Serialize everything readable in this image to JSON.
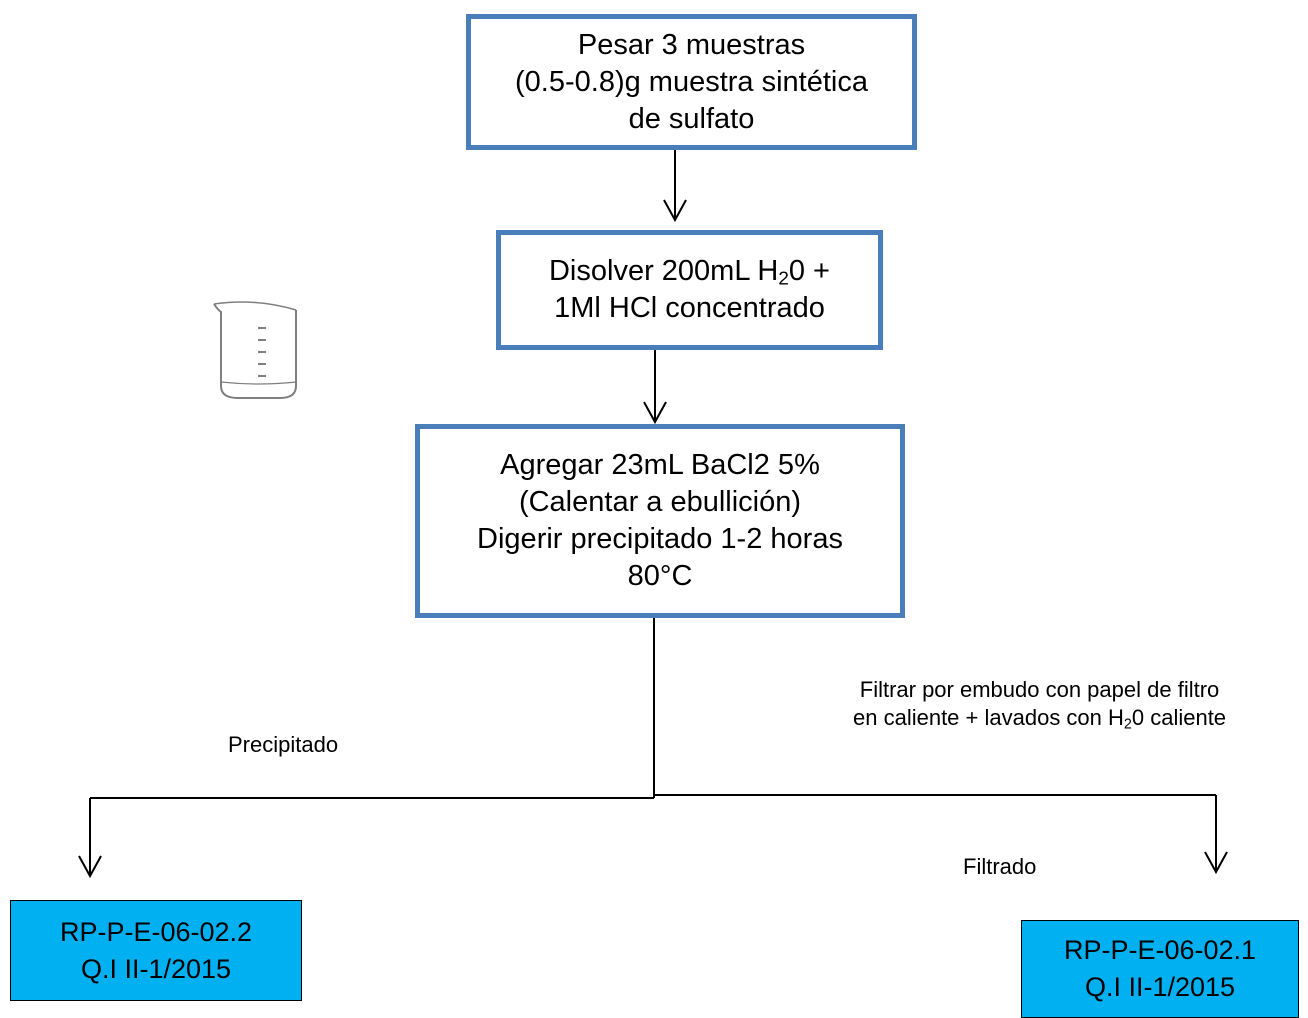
{
  "colors": {
    "box_border": "#4a7ebb",
    "output_fill": "#00b0f0",
    "line": "#000000"
  },
  "icons": {
    "beaker": "beaker-icon"
  },
  "steps": [
    {
      "lines": [
        "Pesar 3 muestras",
        "(0.5-0.8)g muestra sintética",
        "de sulfato"
      ]
    },
    {
      "lines": [
        {
          "before": "Disolver 200mL H",
          "sub": "2",
          "after": "0 +"
        },
        {
          "before": "1Ml HCl concentrado"
        }
      ]
    },
    {
      "lines": [
        "Agregar 23mL BaCl2 5%",
        "(Calentar a ebullición)",
        "Digerir precipitado 1-2 horas",
        "80°C"
      ]
    }
  ],
  "filter_note": {
    "line1": "Filtrar por embudo con papel de filtro",
    "line2_before": "en caliente + lavados con H",
    "line2_sub": "2",
    "line2_after": "0 caliente"
  },
  "branches": {
    "left_label": "Precipitado",
    "right_label": "Filtrado"
  },
  "outputs": {
    "left": {
      "code": "RP-P-E-06-02.2",
      "ref": "Q.I II-1/2015"
    },
    "right": {
      "code": "RP-P-E-06-02.1",
      "ref": "Q.I II-1/2015"
    }
  }
}
